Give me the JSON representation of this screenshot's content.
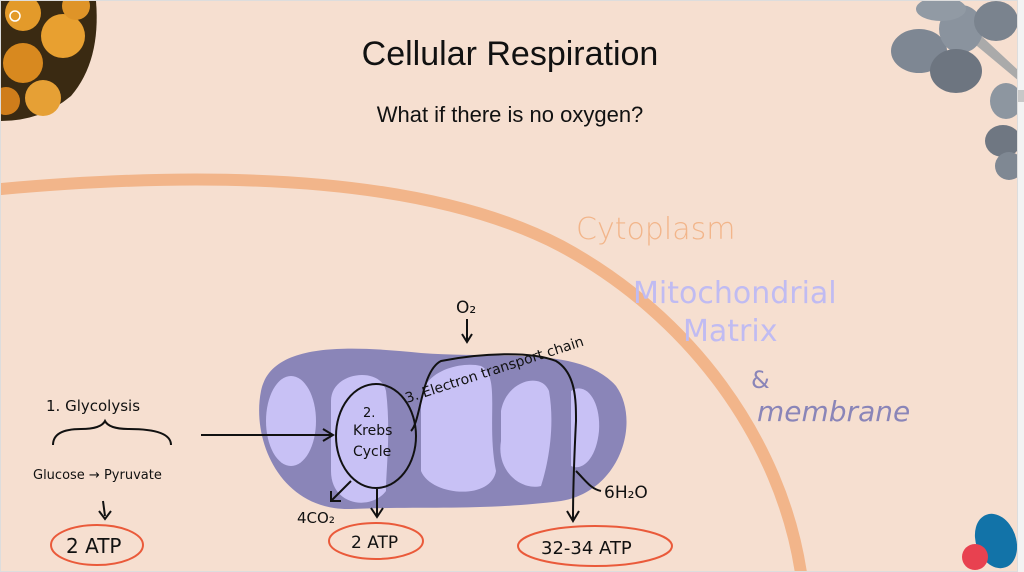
{
  "slide": {
    "title": "Cellular Respiration",
    "subtitle": "What if there is no oxygen?"
  },
  "labels": {
    "cytoplasm": "Cytoplasm",
    "mito_matrix_1": "Mitochondrial",
    "mito_matrix_2": "Matrix",
    "ampersand": "&",
    "membrane": "membrane"
  },
  "diagram": {
    "glycolysis": "1. Glycolysis",
    "glucose_pyruvate": "Glucose → Pyruvate",
    "atp_glycolysis": "2 ATP",
    "krebs_1": "2.",
    "krebs_2": "Krebs",
    "krebs_3": "Cycle",
    "co2": "4CO₂",
    "atp_krebs": "2 ATP",
    "o2": "O₂",
    "etc": "3. Electron transport chain",
    "water": "6H₂O",
    "atp_etc": "32-34 ATP"
  },
  "colors": {
    "background": "#f6dfd0",
    "membrane": "#f2b58a",
    "mito_outer": "#8a85b8",
    "mito_inner": "#c8c1f5",
    "atp_circle": "#ea5a3a",
    "cytoplasm_label": "#f2b58a",
    "matrix_label": "#c0bbf2",
    "membrane_label": "#8a85b8"
  }
}
